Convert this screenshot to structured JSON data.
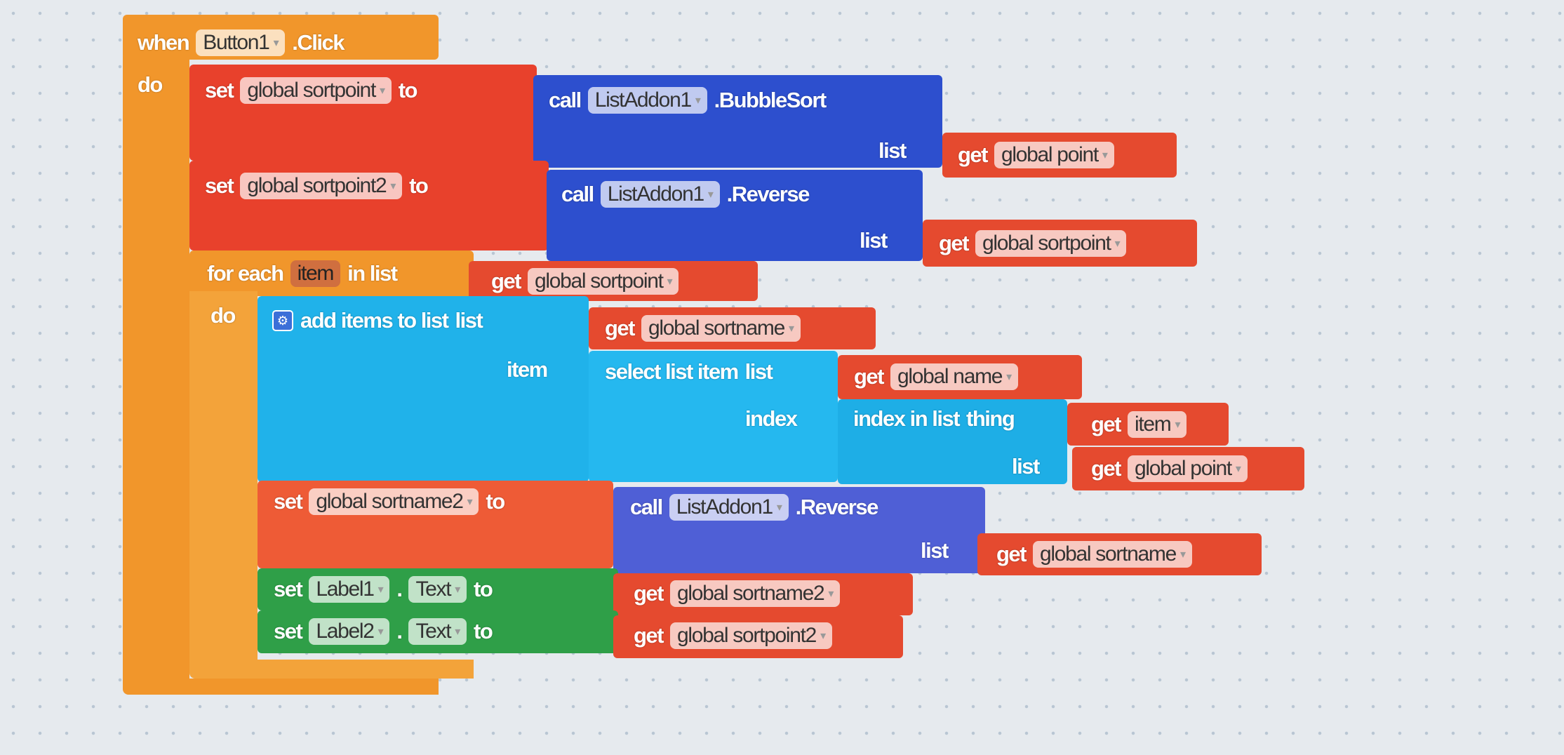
{
  "event": {
    "when": "when",
    "component": "Button1",
    "event": ".Click",
    "do": "do"
  },
  "set1": {
    "set": "set",
    "var": "global sortpoint",
    "to": "to"
  },
  "call1": {
    "call": "call",
    "component": "ListAddon1",
    "method": ".BubbleSort",
    "arg": "list"
  },
  "get1": {
    "get": "get",
    "var": "global point"
  },
  "set2": {
    "set": "set",
    "var": "global sortpoint2",
    "to": "to"
  },
  "call2": {
    "call": "call",
    "component": "ListAddon1",
    "method": ".Reverse",
    "arg": "list"
  },
  "get2": {
    "get": "get",
    "var": "global sortpoint"
  },
  "foreach": {
    "label": "for each",
    "var": "item",
    "inlist": "in list",
    "do": "do"
  },
  "get3": {
    "get": "get",
    "var": "global sortpoint"
  },
  "additems": {
    "label": "add items to list",
    "list": "list",
    "item": "item"
  },
  "get4": {
    "get": "get",
    "var": "global sortname"
  },
  "select": {
    "label": "select list item",
    "list": "list",
    "index": "index"
  },
  "get5": {
    "get": "get",
    "var": "global name"
  },
  "indexin": {
    "label": "index in list",
    "thing": "thing",
    "list": "list"
  },
  "get6": {
    "get": "get",
    "var": "item"
  },
  "get7": {
    "get": "get",
    "var": "global point"
  },
  "set3": {
    "set": "set",
    "var": "global sortname2",
    "to": "to"
  },
  "call3": {
    "call": "call",
    "component": "ListAddon1",
    "method": ".Reverse",
    "arg": "list"
  },
  "get8": {
    "get": "get",
    "var": "global sortname"
  },
  "setl1": {
    "set": "set",
    "component": "Label1",
    "dot": ".",
    "prop": "Text",
    "to": "to"
  },
  "get9": {
    "get": "get",
    "var": "global sortname2"
  },
  "setl2": {
    "set": "set",
    "component": "Label2",
    "dot": ".",
    "prop": "Text",
    "to": "to"
  },
  "get10": {
    "get": "get",
    "var": "global sortpoint2"
  }
}
